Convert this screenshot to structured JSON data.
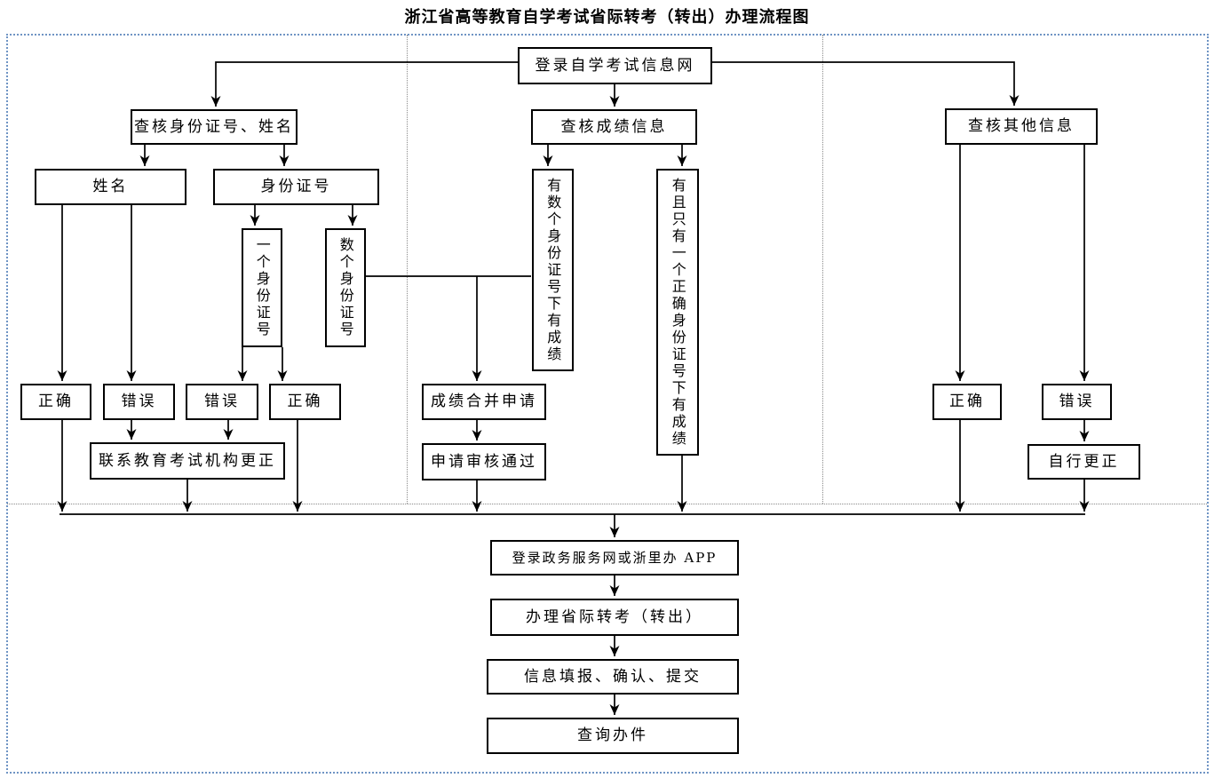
{
  "title": "浙江省高等教育自学考试省际转考（转出）办理流程图",
  "flow": {
    "login": "登录自学考试信息网",
    "left": {
      "check_id_name": "查核身份证号、姓名",
      "name": "姓名",
      "id_number": "身份证号",
      "one_id": "一个身份证号",
      "several_ids": "数个身份证号",
      "name_correct": "正确",
      "name_wrong": "错误",
      "id_wrong": "错误",
      "id_correct": "正确",
      "contact_fix": "联系教育考试机构更正"
    },
    "middle": {
      "check_score": "查核成绩信息",
      "scores_under_several_ids": "有数个身份证号下有成绩",
      "scores_under_single_id": "有且只有一个正确身份证号下有成绩",
      "merge_request": "成绩合并申请",
      "request_approved": "申请审核通过"
    },
    "right": {
      "check_other": "查核其他信息",
      "correct": "正确",
      "wrong": "错误",
      "self_fix": "自行更正"
    },
    "bottom": {
      "login_gov": "登录政务服务网或浙里办 APP",
      "handle_transfer": "办理省际转考（转出）",
      "fill_confirm_submit": "信息填报、确认、提交",
      "query_case": "查询办件"
    }
  },
  "colors": {
    "frame_border": "#6f94c4",
    "section_divider": "#8a8a8a",
    "line": "#000000",
    "background": "#ffffff"
  }
}
